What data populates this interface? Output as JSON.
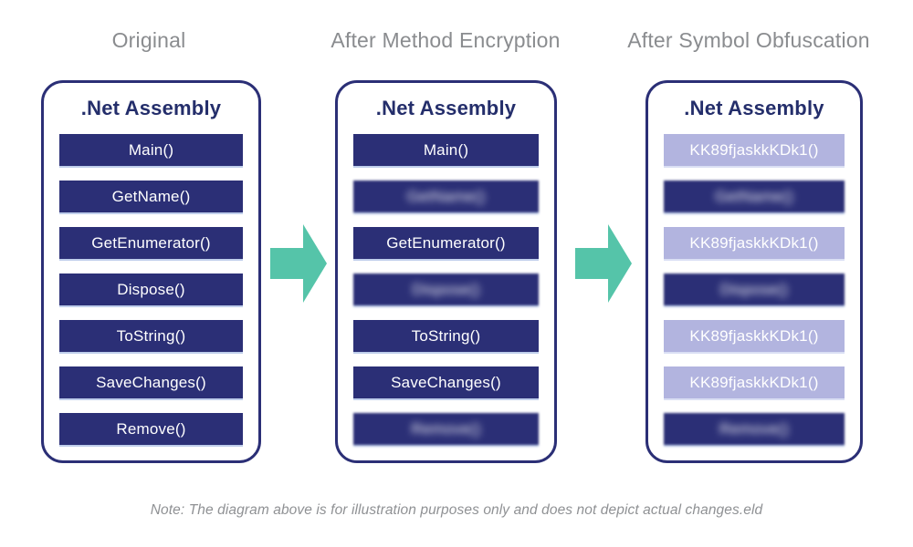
{
  "headers": [
    {
      "label": "Original"
    },
    {
      "label": "After Method Encryption"
    },
    {
      "label": "After Symbol Obfuscation"
    }
  ],
  "panels": [
    {
      "title": ".Net Assembly",
      "items": [
        {
          "label": "Main()",
          "variant": "navy",
          "blurred": false
        },
        {
          "label": "GetName()",
          "variant": "navy",
          "blurred": false
        },
        {
          "label": "GetEnumerator()",
          "variant": "navy",
          "blurred": false
        },
        {
          "label": "Dispose()",
          "variant": "navy",
          "blurred": false
        },
        {
          "label": "ToString()",
          "variant": "navy",
          "blurred": false
        },
        {
          "label": "SaveChanges()",
          "variant": "navy",
          "blurred": false
        },
        {
          "label": "Remove()",
          "variant": "navy",
          "blurred": false
        }
      ]
    },
    {
      "title": ".Net Assembly",
      "items": [
        {
          "label": "Main()",
          "variant": "navy",
          "blurred": false
        },
        {
          "label": "GetName()",
          "variant": "navy",
          "blurred": true
        },
        {
          "label": "GetEnumerator()",
          "variant": "navy",
          "blurred": false
        },
        {
          "label": "Dispose()",
          "variant": "navy",
          "blurred": true
        },
        {
          "label": "ToString()",
          "variant": "navy",
          "blurred": false
        },
        {
          "label": "SaveChanges()",
          "variant": "navy",
          "blurred": false
        },
        {
          "label": "Remove()",
          "variant": "navy",
          "blurred": true
        }
      ]
    },
    {
      "title": ".Net Assembly",
      "items": [
        {
          "label": "KK89fjaskkKDk1()",
          "variant": "lavender",
          "blurred": false
        },
        {
          "label": "GetName()",
          "variant": "navy",
          "blurred": true
        },
        {
          "label": "KK89fjaskkKDk1()",
          "variant": "lavender",
          "blurred": false
        },
        {
          "label": "Dispose()",
          "variant": "navy",
          "blurred": true
        },
        {
          "label": "KK89fjaskkKDk1()",
          "variant": "lavender",
          "blurred": false
        },
        {
          "label": "KK89fjaskkKDk1()",
          "variant": "lavender",
          "blurred": false
        },
        {
          "label": "Remove()",
          "variant": "navy",
          "blurred": true
        }
      ]
    }
  ],
  "note": "Note: The diagram above is for illustration purposes only and does not depict actual changes.eld",
  "icons": {
    "arrow_1": "block-arrow-right",
    "arrow_2": "block-arrow-right"
  },
  "colors": {
    "navy": "#2b2f76",
    "navy_text": "#242e6b",
    "lavender": "#b2b4df",
    "teal": "#55c4a9",
    "header_gray": "#8a8c8f",
    "note_gray": "#8f9194",
    "bar_text": "#ffffff"
  }
}
